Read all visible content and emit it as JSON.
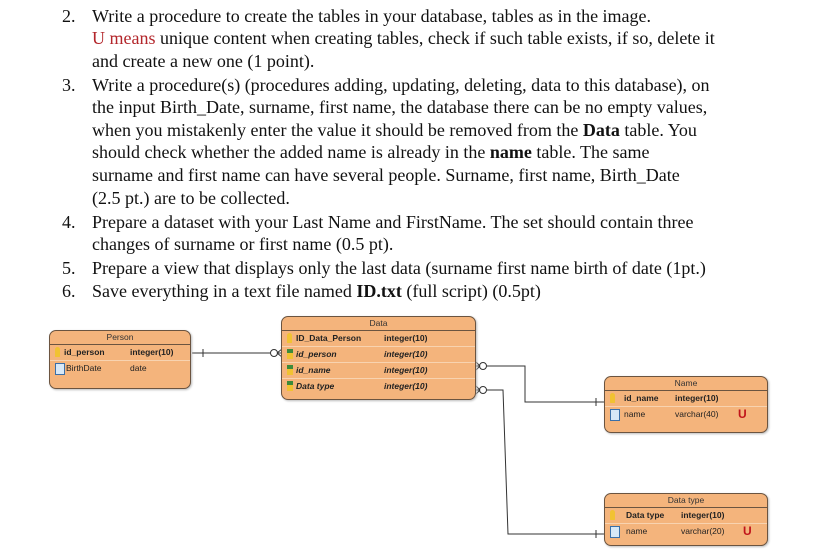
{
  "items": [
    {
      "num": "2.",
      "lines": [
        "Write a procedure to create the tables in your database, tables as in the image."
      ],
      "note_red": "U means",
      "note_rest": " unique content when creating tables, check if such table exists, if so, delete it",
      "note_line2": "and create a new one (1 point)."
    },
    {
      "num": "3.",
      "lines": [
        "Write a procedure(s) (procedures adding, updating, deleting, data to this database), on",
        "the input Birth_Date, surname, first name, the database there can be no empty values,"
      ],
      "l3a": "when you mistakenly enter the value it should be removed from the ",
      "l3b": "Data",
      "l3c": " table. You",
      "l4a": "should check whether the added name is already in the ",
      "l4b": "name",
      "l4c": " table. The same",
      "l5": "surname and first name can have several people. Surname, first name, Birth_Date",
      "l6": "(2.5 pt.) are to be collected."
    },
    {
      "num": "4.",
      "lines": [
        "Prepare a dataset with your Last Name and FirstName. The set should contain three",
        "changes of surname or first name (0.5 pt)."
      ]
    },
    {
      "num": "5.",
      "lines": [
        "Prepare a view that displays only the last data (surname first name  birth of date (1pt.)"
      ]
    },
    {
      "num": "6.",
      "a": "Save everything in a text file named ",
      "b": "ID.txt",
      "c": "  (full script) (0.5pt)"
    }
  ],
  "diagram": {
    "person": {
      "title": "Person",
      "rows": [
        [
          "id_person",
          "integer(10)"
        ],
        [
          "BirthDate",
          "date"
        ]
      ]
    },
    "data": {
      "title": "Data",
      "rows": [
        [
          "ID_Data_Person",
          "integer(10)"
        ],
        [
          "id_person",
          "integer(10)"
        ],
        [
          "id_name",
          "integer(10)"
        ],
        [
          "Data type",
          "integer(10)"
        ]
      ]
    },
    "name": {
      "title": "Name",
      "rows": [
        [
          "id_name",
          "integer(10)"
        ],
        [
          "name",
          "varchar(40)",
          "U"
        ]
      ]
    },
    "datatype": {
      "title": "Data type",
      "rows": [
        [
          "Data type",
          "integer(10)"
        ],
        [
          "name",
          "varchar(20)",
          "U"
        ]
      ]
    },
    "colors": {
      "entity": "#f4b47c",
      "border": "#6b5440",
      "unique": "#c0141a"
    }
  }
}
